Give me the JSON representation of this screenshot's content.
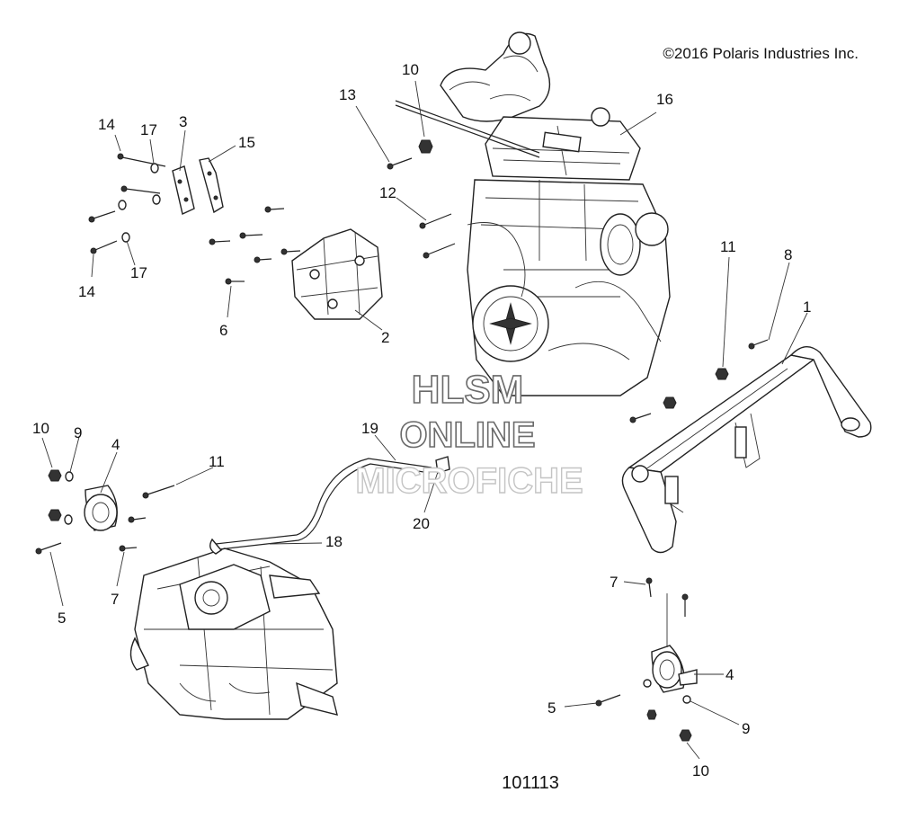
{
  "copyright": "©2016 Polaris Industries Inc.",
  "figure_number": "101113",
  "watermark": {
    "line1": "HLSM",
    "line2": "ONLINE",
    "line3": "MICROFICHE"
  },
  "callouts": [
    {
      "id": "c10a",
      "label": "10"
    },
    {
      "id": "c13",
      "label": "13"
    },
    {
      "id": "c16",
      "label": "16"
    },
    {
      "id": "c14a",
      "label": "14"
    },
    {
      "id": "c17a",
      "label": "17"
    },
    {
      "id": "c3",
      "label": "3"
    },
    {
      "id": "c15",
      "label": "15"
    },
    {
      "id": "c12",
      "label": "12"
    },
    {
      "id": "c14b",
      "label": "14"
    },
    {
      "id": "c17b",
      "label": "17"
    },
    {
      "id": "c6",
      "label": "6"
    },
    {
      "id": "c2",
      "label": "2"
    },
    {
      "id": "c11a",
      "label": "11"
    },
    {
      "id": "c8",
      "label": "8"
    },
    {
      "id": "c1",
      "label": "1"
    },
    {
      "id": "c10b",
      "label": "10"
    },
    {
      "id": "c9a",
      "label": "9"
    },
    {
      "id": "c4a",
      "label": "4"
    },
    {
      "id": "c11b",
      "label": "11"
    },
    {
      "id": "c19",
      "label": "19"
    },
    {
      "id": "c20",
      "label": "20"
    },
    {
      "id": "c18",
      "label": "18"
    },
    {
      "id": "c5a",
      "label": "5"
    },
    {
      "id": "c7a",
      "label": "7"
    },
    {
      "id": "c7b",
      "label": "7"
    },
    {
      "id": "c4b",
      "label": "4"
    },
    {
      "id": "c5b",
      "label": "5"
    },
    {
      "id": "c9b",
      "label": "9"
    },
    {
      "id": "c10c",
      "label": "10"
    }
  ]
}
